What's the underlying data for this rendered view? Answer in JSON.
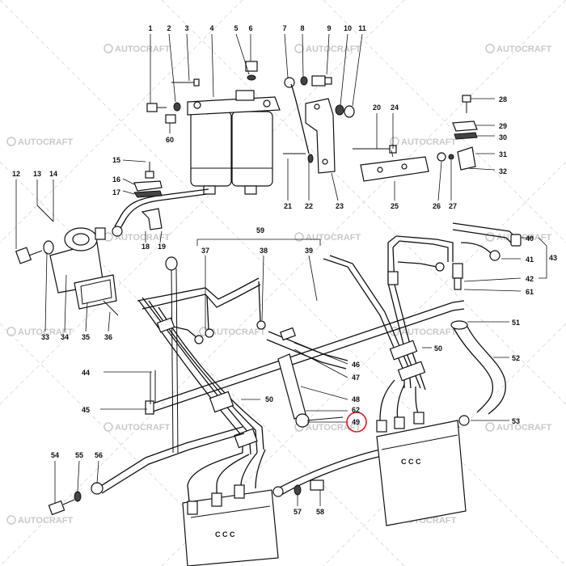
{
  "watermark": {
    "text": "AUTOCRAFT"
  },
  "highlight": {
    "label": "49",
    "color": "#e0191c"
  },
  "labels": [
    {
      "id": "1",
      "t": "1"
    },
    {
      "id": "2",
      "t": "2"
    },
    {
      "id": "3",
      "t": "3"
    },
    {
      "id": "4",
      "t": "4"
    },
    {
      "id": "5",
      "t": "5"
    },
    {
      "id": "6",
      "t": "6"
    },
    {
      "id": "7",
      "t": "7"
    },
    {
      "id": "8",
      "t": "8"
    },
    {
      "id": "9",
      "t": "9"
    },
    {
      "id": "10",
      "t": "10"
    },
    {
      "id": "11",
      "t": "11"
    },
    {
      "id": "12",
      "t": "12"
    },
    {
      "id": "13",
      "t": "13"
    },
    {
      "id": "14",
      "t": "14"
    },
    {
      "id": "15",
      "t": "15"
    },
    {
      "id": "16",
      "t": "16"
    },
    {
      "id": "17",
      "t": "17"
    },
    {
      "id": "18",
      "t": "18"
    },
    {
      "id": "19",
      "t": "19"
    },
    {
      "id": "20",
      "t": "20"
    },
    {
      "id": "21",
      "t": "21"
    },
    {
      "id": "22",
      "t": "22"
    },
    {
      "id": "23",
      "t": "23"
    },
    {
      "id": "24",
      "t": "24"
    },
    {
      "id": "25",
      "t": "25"
    },
    {
      "id": "26",
      "t": "26"
    },
    {
      "id": "27",
      "t": "27"
    },
    {
      "id": "28",
      "t": "28"
    },
    {
      "id": "29",
      "t": "29"
    },
    {
      "id": "30",
      "t": "30"
    },
    {
      "id": "31",
      "t": "31"
    },
    {
      "id": "32",
      "t": "32"
    },
    {
      "id": "33",
      "t": "33"
    },
    {
      "id": "34",
      "t": "34"
    },
    {
      "id": "35",
      "t": "35"
    },
    {
      "id": "36",
      "t": "36"
    },
    {
      "id": "37",
      "t": "37"
    },
    {
      "id": "38",
      "t": "38"
    },
    {
      "id": "39",
      "t": "39"
    },
    {
      "id": "40",
      "t": "40"
    },
    {
      "id": "41",
      "t": "41"
    },
    {
      "id": "42",
      "t": "42"
    },
    {
      "id": "43",
      "t": "43"
    },
    {
      "id": "44",
      "t": "44"
    },
    {
      "id": "45",
      "t": "45"
    },
    {
      "id": "46",
      "t": "46"
    },
    {
      "id": "47",
      "t": "47"
    },
    {
      "id": "48",
      "t": "48"
    },
    {
      "id": "49",
      "t": "49"
    },
    {
      "id": "50a",
      "t": "50"
    },
    {
      "id": "50b",
      "t": "50"
    },
    {
      "id": "51",
      "t": "51"
    },
    {
      "id": "52",
      "t": "52"
    },
    {
      "id": "53",
      "t": "53"
    },
    {
      "id": "54",
      "t": "54"
    },
    {
      "id": "55",
      "t": "55"
    },
    {
      "id": "56",
      "t": "56"
    },
    {
      "id": "57",
      "t": "57"
    },
    {
      "id": "58",
      "t": "58"
    },
    {
      "id": "59",
      "t": "59"
    },
    {
      "id": "60",
      "t": "60"
    },
    {
      "id": "61",
      "t": "61"
    },
    {
      "id": "62",
      "t": "62"
    }
  ]
}
